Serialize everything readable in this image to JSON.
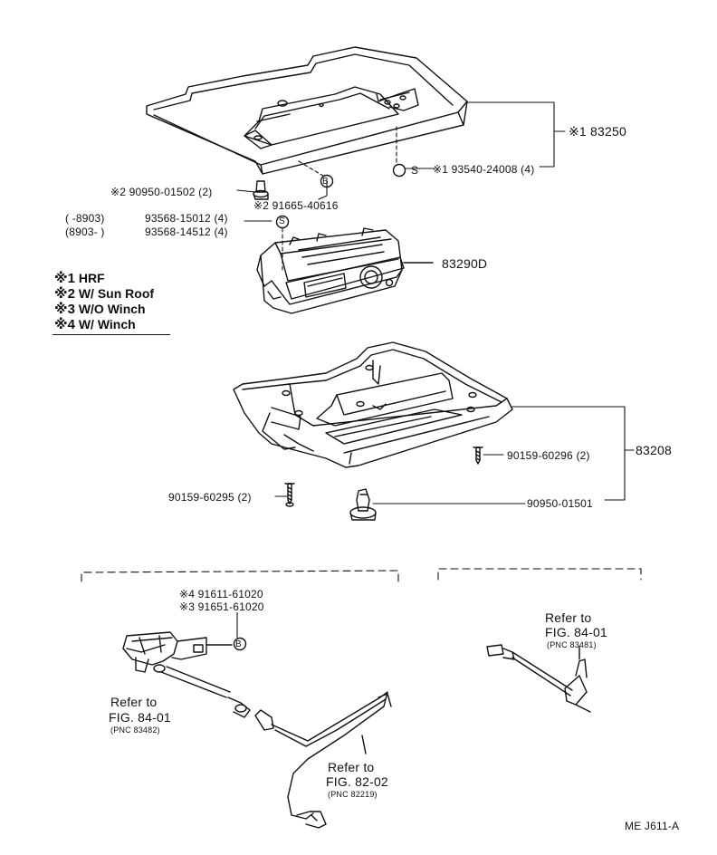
{
  "diagram": {
    "main_parts": {
      "part_83250": "※1 83250",
      "part_83290d": "83290D",
      "part_83208": "83208"
    },
    "callouts": {
      "c_93540": "※1 93540-24008 (4)",
      "c_90950_01502": "※2 90950-01502 (2)",
      "c_91665": "※2 91665-40616",
      "c_93568_15012_range": "(        -8903)",
      "c_93568_15012": "93568-15012 (4)",
      "c_93568_14512_range": "(8903-        )",
      "c_93568_14512": "93568-14512 (4)",
      "c_90159_60296": "90159-60296 (2)",
      "c_90159_60295": "90159-60295 (2)",
      "c_90950_01501": "90950-01501",
      "c_91611": "※4 91611-61020",
      "c_91651": "※3 91651-61020"
    },
    "legend": [
      {
        "mark": "※1",
        "text": "HRF"
      },
      {
        "mark": "※2",
        "text": "W/ Sun Roof"
      },
      {
        "mark": "※3",
        "text": "W/O Winch"
      },
      {
        "mark": "※4",
        "text": "W/ Winch"
      }
    ],
    "refs": {
      "ref_left_line1": "Refer to",
      "ref_left_line2": "FIG. 84-01",
      "ref_left_line3": "(PNC 83482)",
      "ref_mid_line1": "Refer to",
      "ref_mid_line2": "FIG. 82-02",
      "ref_mid_line3": "(PNC 82219)",
      "ref_right_line1": "Refer to",
      "ref_right_line2": "FIG. 84-01",
      "ref_right_line3": "(PNC 83481)"
    },
    "markers": {
      "s_marker": "S",
      "b_marker": "B"
    },
    "figure_code": "ME  J611-A"
  }
}
